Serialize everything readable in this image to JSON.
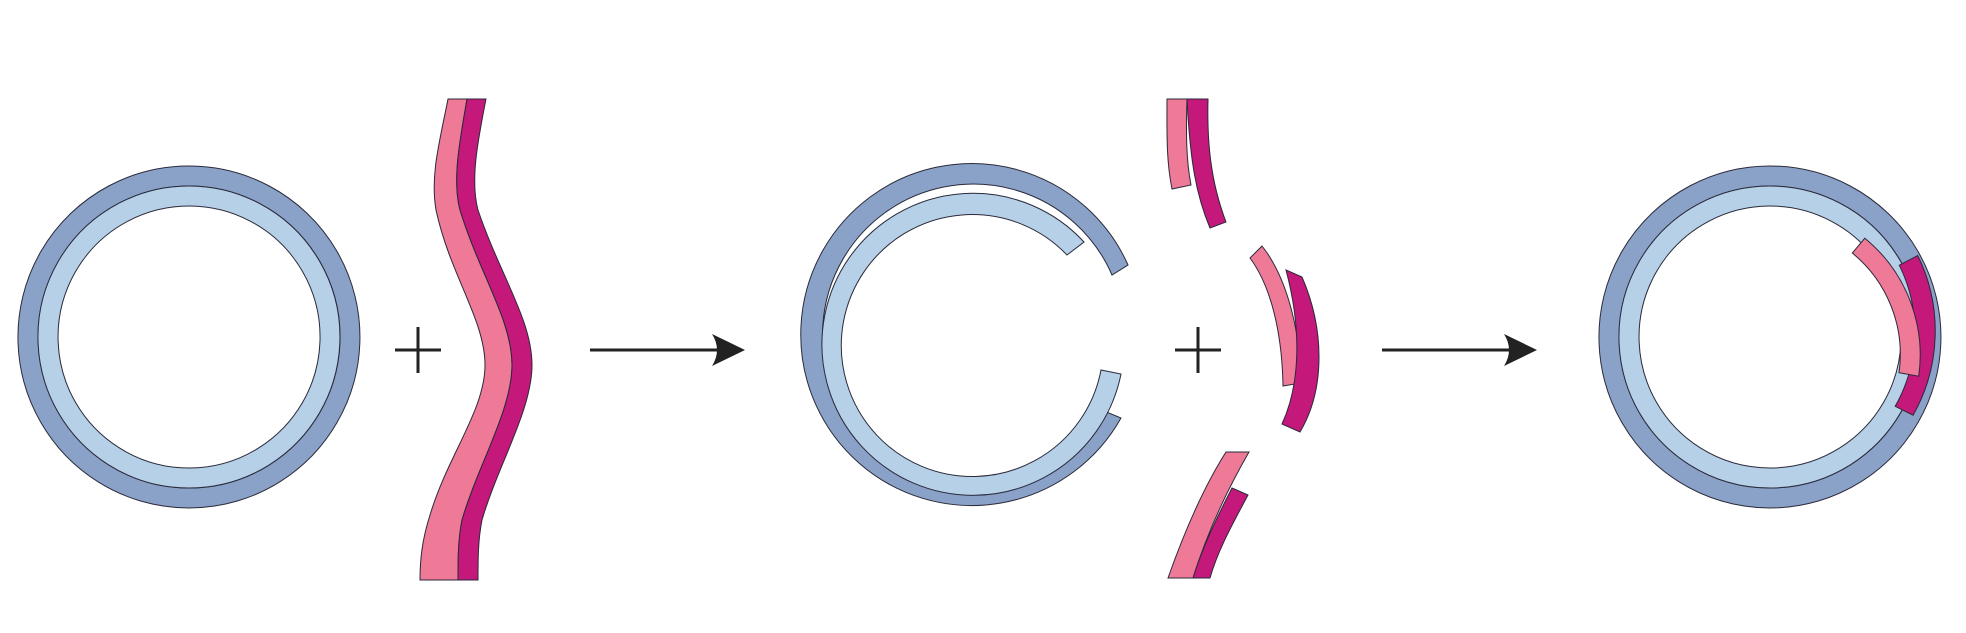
{
  "colors": {
    "plasmid_outer": "#8aa2c8",
    "plasmid_inner": "#b6d0e8",
    "insert_light": "#ee7a98",
    "insert_dark": "#c4187a",
    "operator": "#222222",
    "outline": "#2a2a3a"
  },
  "symbols": {
    "plus": "+",
    "arrow": "right-arrow"
  },
  "steps": [
    {
      "name": "intact-plasmid"
    },
    {
      "name": "foreign-dna"
    },
    {
      "name": "cut-plasmid"
    },
    {
      "name": "cut-foreign-dna-fragments"
    },
    {
      "name": "recombinant-plasmid"
    }
  ]
}
